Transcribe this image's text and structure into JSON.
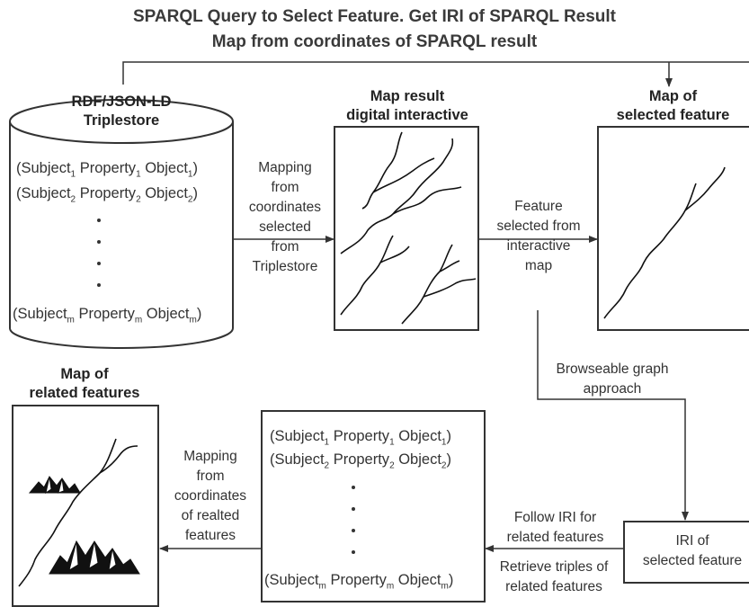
{
  "title": {
    "line1": "SPARQL Query to Select Feature. Get IRI of SPARQL Result",
    "line2": "Map from coordinates of SPARQL result"
  },
  "triplestore": {
    "title_line1": "RDF/JSON-LD",
    "title_line2": "Triplestore",
    "triples": [
      {
        "s": "Subject",
        "p": "Property",
        "o": "Object",
        "sub": "1"
      },
      {
        "s": "Subject",
        "p": "Property",
        "o": "Object",
        "sub": "2"
      },
      {
        "s": "Subject",
        "p": "Property",
        "o": "Object",
        "sub": "m"
      }
    ]
  },
  "mapping_label": [
    "Mapping",
    "from",
    "coordinates",
    "selected",
    "from",
    "Triplestore"
  ],
  "map_result": {
    "line1": "Map result",
    "line2": "digital interactive"
  },
  "feature_label": [
    "Feature",
    "selected from",
    "interactive",
    "map"
  ],
  "map_selected": {
    "line1": "Map of",
    "line2": "selected feature"
  },
  "browse_label": [
    "Browseable graph",
    "approach"
  ],
  "iri_box": {
    "line1": "IRI of",
    "line2": "selected feature"
  },
  "follow_label": [
    "Follow IRI for",
    "related features"
  ],
  "retrieve_label": [
    "Retrieve triples of",
    "related features"
  ],
  "related_triples": [
    {
      "s": "Subject",
      "p": "Property",
      "o": "Object",
      "sub": "1"
    },
    {
      "s": "Subject",
      "p": "Property",
      "o": "Object",
      "sub": "2"
    },
    {
      "s": "Subject",
      "p": "Property",
      "o": "Object",
      "sub": "m"
    }
  ],
  "mapping_related_label": [
    "Mapping",
    "from",
    "coordinates",
    "of realted",
    "features"
  ],
  "map_related": {
    "line1": "Map of",
    "line2": "related features"
  }
}
